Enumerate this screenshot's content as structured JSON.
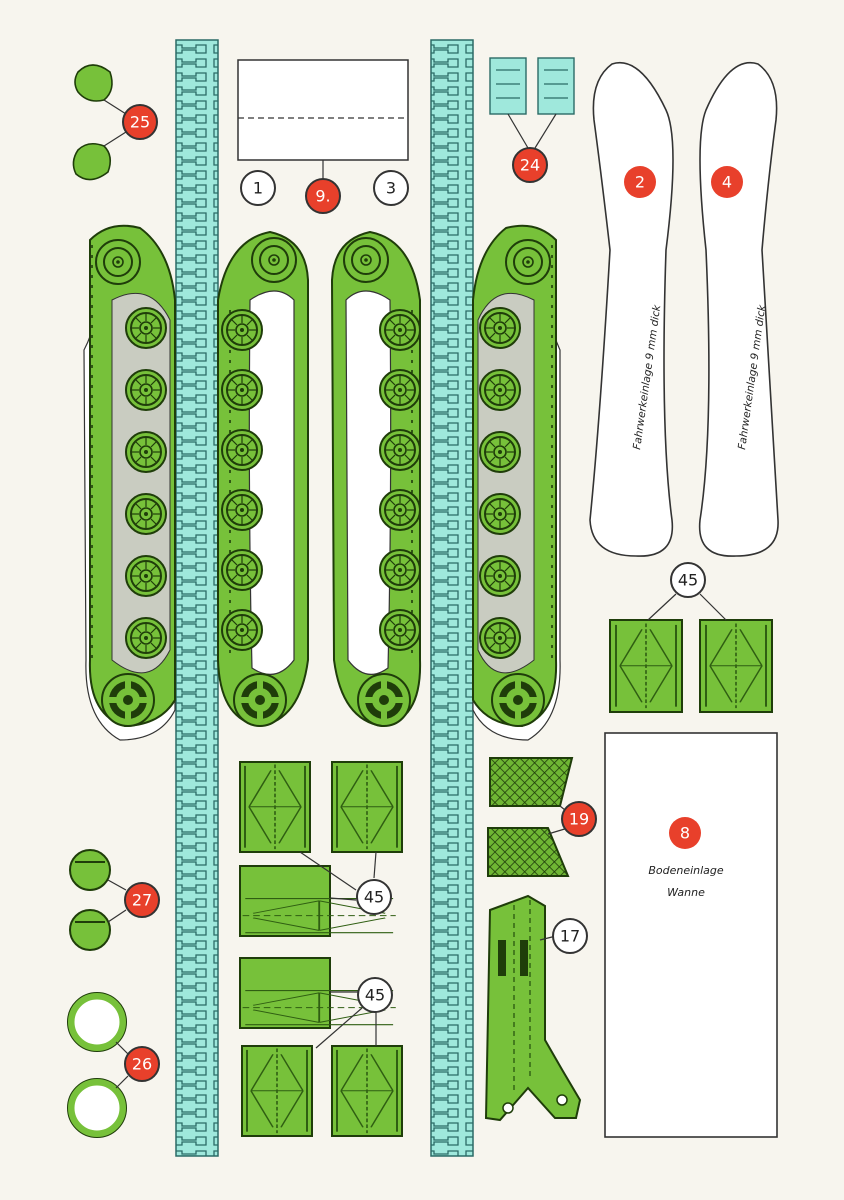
{
  "colors": {
    "paper": "#f7f5ee",
    "green": "#77c13a",
    "green_dark": "#2f5e12",
    "outline": "#333333",
    "track_blue": "#9fe8dc",
    "track_line": "#2b6b66",
    "red_badge": "#e8402b",
    "gray": "#c9ccc1"
  },
  "part_labels": {
    "p1": "1",
    "p2": "2",
    "p3": "3",
    "p4": "4",
    "p8": "8",
    "p9": "9.",
    "p17": "17",
    "p19": "19",
    "p24": "24",
    "p25": "25",
    "p26": "26",
    "p27": "27",
    "p45a": "45",
    "p45b": "45",
    "p45c": "45"
  },
  "notes": {
    "insert_left": "Fahrwerkeinlage  9 mm dick",
    "insert_right": "Fahrwerkeinlage  9 mm dick",
    "floor_line1": "Bodeneinlage",
    "floor_line2": "Wanne"
  }
}
